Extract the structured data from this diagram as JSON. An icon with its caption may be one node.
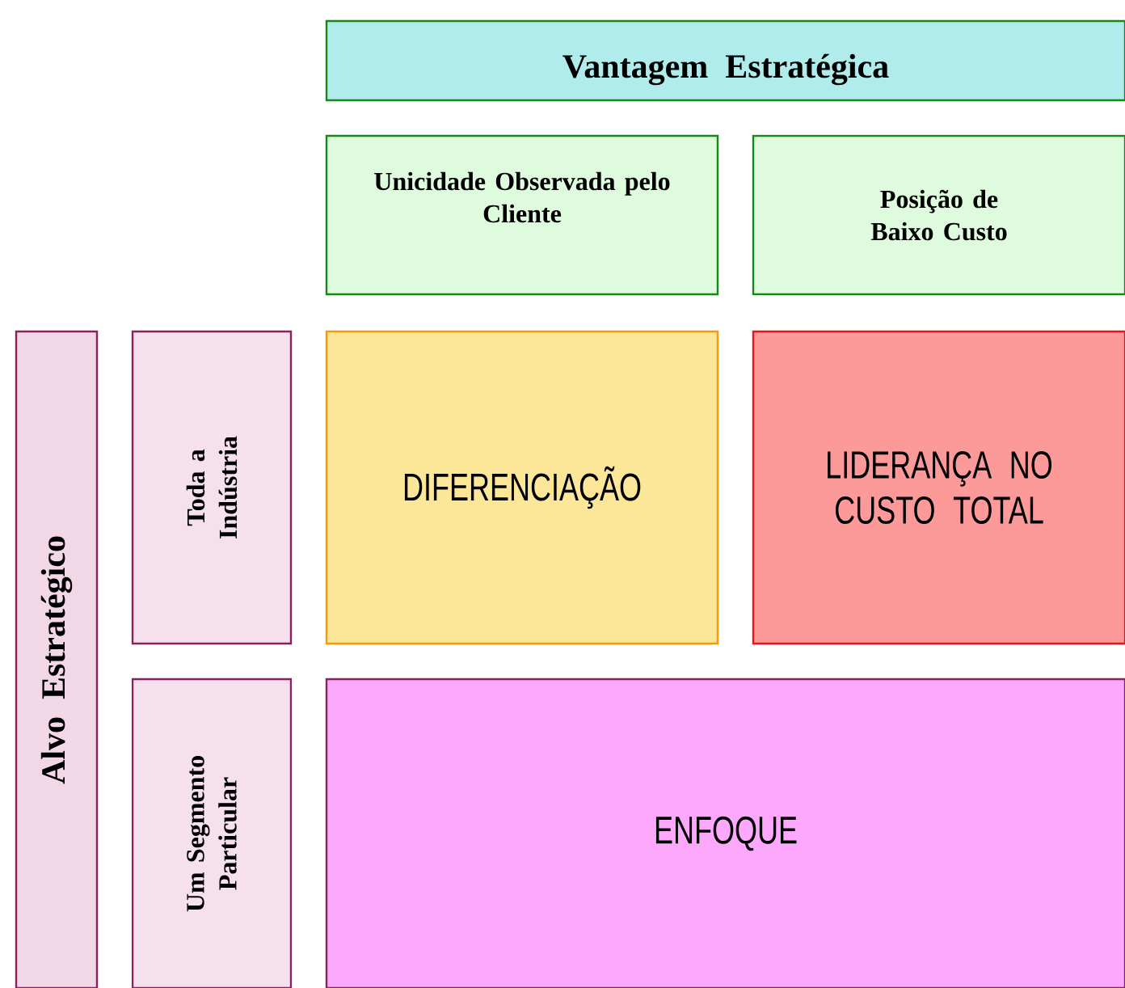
{
  "diagram": {
    "nodes": [
      {
        "text": [
          "Vantagem Estratégica"
        ]
      },
      {
        "text": [
          "Unicidade Observada pelo Cliente"
        ]
      },
      {
        "text": [
          "Posição de Baixo Custo"
        ]
      },
      {
        "text": [
          "Alvo Estratégico"
        ]
      },
      {
        "text": [
          "Toda a Indústria"
        ]
      },
      {
        "text": [
          "Um Segmento Particular"
        ]
      },
      {
        "text": [
          "DIFERENCIAÇÃO"
        ]
      },
      {
        "text": [
          "LIDERANÇA NO CUSTO TOTAL"
        ]
      },
      {
        "text": [
          "ENFOQUE"
        ]
      }
    ]
  }
}
